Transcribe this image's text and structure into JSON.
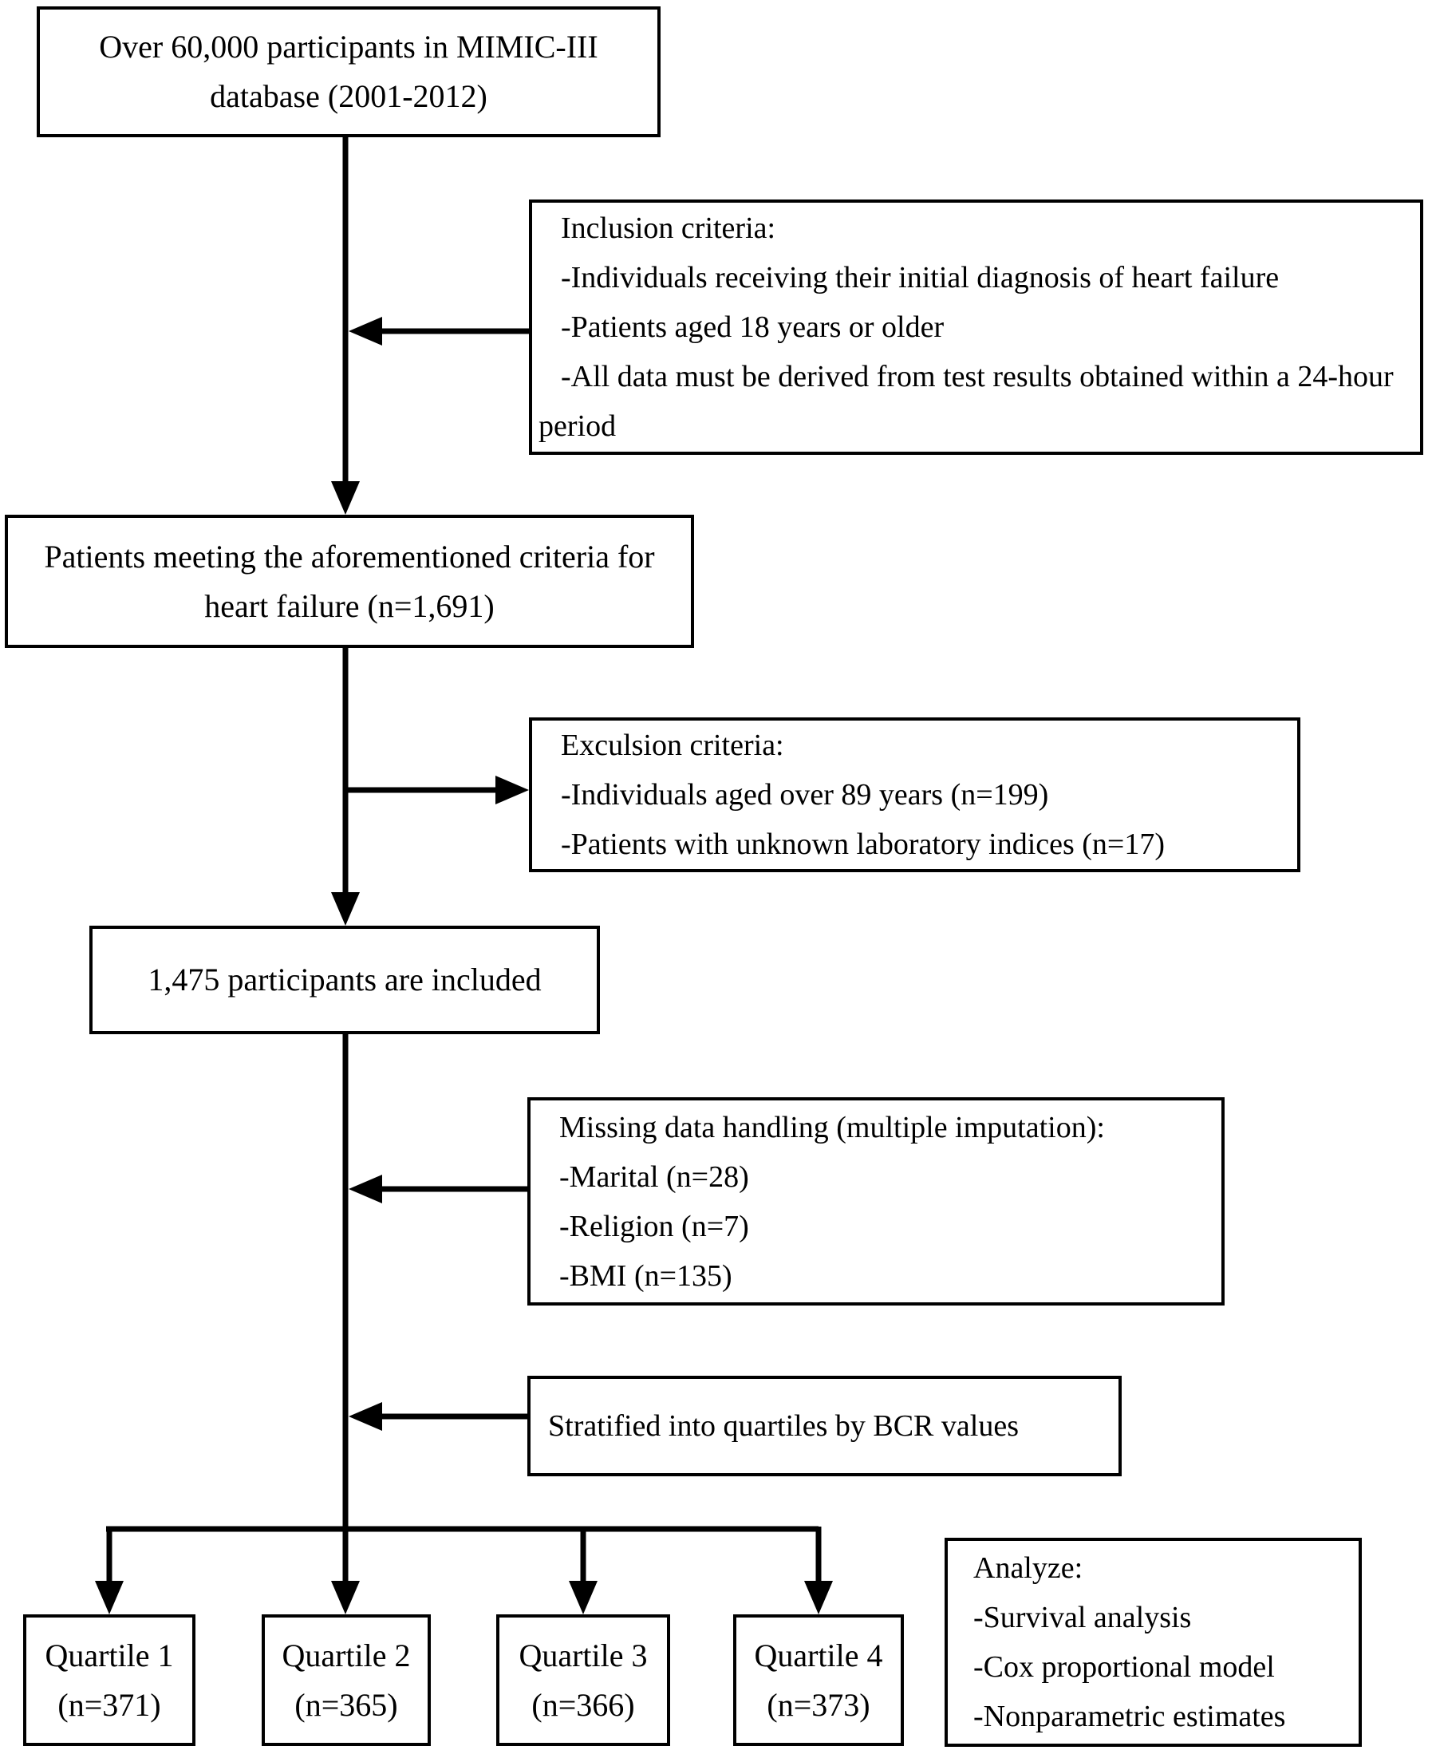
{
  "flowchart": {
    "source": {
      "text": "Over 60,000 participants in MIMIC-III database (2001-2012)"
    },
    "inclusion": {
      "title": "Inclusion criteria:",
      "items": [
        "-Individuals receiving their initial diagnosis of heart failure",
        "-Patients aged 18 years or older",
        "-All data must be derived from test results obtained within a 24-hour period"
      ]
    },
    "meeting_criteria": {
      "text": "Patients meeting the aforementioned criteria for heart failure (n=1,691)"
    },
    "exclusion": {
      "title": "Exculsion criteria:",
      "items": [
        "-Individuals aged over 89 years (n=199)",
        "-Patients with unknown laboratory indices (n=17)"
      ]
    },
    "included": {
      "text": "1,475 participants are included"
    },
    "missing_data": {
      "title": "Missing data handling (multiple imputation):",
      "items": [
        "-Marital (n=28)",
        "-Religion (n=7)",
        "-BMI (n=135)"
      ]
    },
    "stratified": {
      "text": "Stratified into quartiles by BCR values"
    },
    "quartiles": [
      {
        "label": "Quartile 1",
        "n": "(n=371)"
      },
      {
        "label": "Quartile 2",
        "n": "(n=365)"
      },
      {
        "label": "Quartile 3",
        "n": "(n=366)"
      },
      {
        "label": "Quartile 4",
        "n": "(n=373)"
      }
    ],
    "analyze": {
      "title": "Analyze:",
      "items": [
        "-Survival analysis",
        "-Cox proportional model",
        "-Nonparametric estimates"
      ]
    },
    "colors": {
      "line": "#000000",
      "box_border": "#000000",
      "background": "#ffffff",
      "text": "#000000"
    }
  }
}
